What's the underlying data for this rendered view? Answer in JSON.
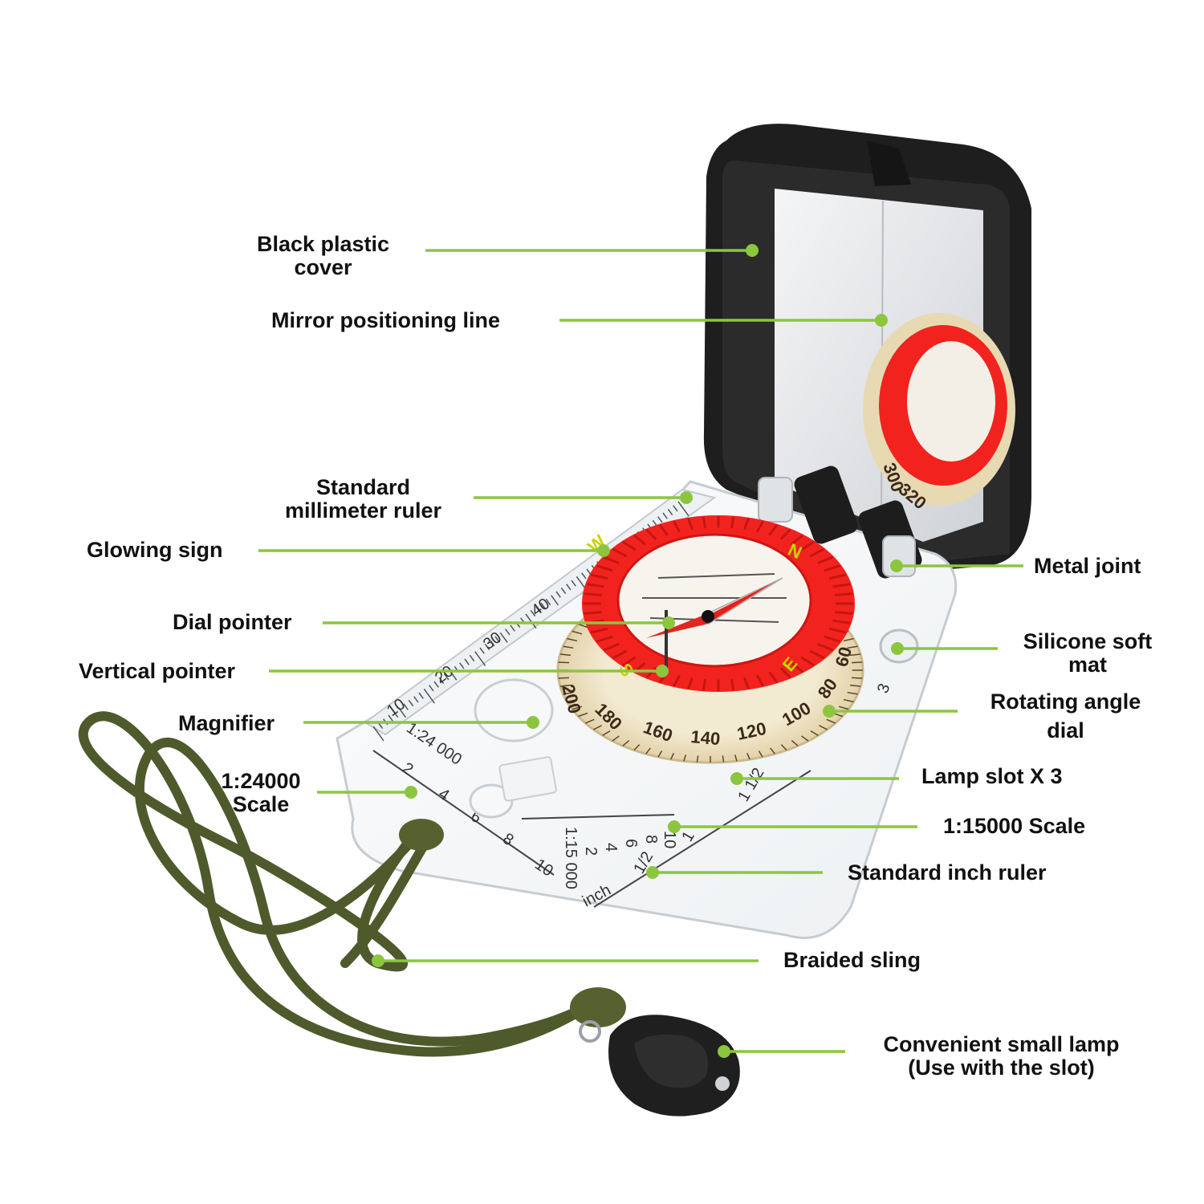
{
  "colors": {
    "accent": "#8cc63f",
    "bezel": "#f2231f",
    "glow": "#c8d400",
    "cover": "#1f1f1f",
    "sling": "#4f5a2c",
    "label_text": "#111111"
  },
  "callouts": [
    {
      "id": "black-plastic-cover",
      "lines": [
        "Black plastic",
        "cover"
      ]
    },
    {
      "id": "mirror-positioning-line",
      "lines": [
        "Mirror positioning line"
      ]
    },
    {
      "id": "standard-millimeter-ruler",
      "lines": [
        "Standard",
        "millimeter ruler"
      ]
    },
    {
      "id": "glowing-sign",
      "lines": [
        "Glowing sign"
      ]
    },
    {
      "id": "dial-pointer",
      "lines": [
        "Dial pointer"
      ]
    },
    {
      "id": "vertical-pointer",
      "lines": [
        "Vertical pointer"
      ]
    },
    {
      "id": "magnifier",
      "lines": [
        "Magnifier"
      ]
    },
    {
      "id": "scale-1-24000",
      "lines": [
        "1:24000",
        "Scale"
      ]
    },
    {
      "id": "metal-joint",
      "lines": [
        "Metal joint"
      ]
    },
    {
      "id": "silicone-soft-mat",
      "lines": [
        "Silicone soft",
        "mat"
      ]
    },
    {
      "id": "rotating-angle-dial",
      "lines": [
        "Rotating angle",
        "dial"
      ]
    },
    {
      "id": "lamp-slot-x3",
      "lines": [
        "Lamp slot X 3"
      ]
    },
    {
      "id": "scale-1-15000",
      "lines": [
        "1:15000 Scale"
      ]
    },
    {
      "id": "standard-inch-ruler",
      "lines": [
        "Standard inch ruler"
      ]
    },
    {
      "id": "braided-sling",
      "lines": [
        "Braided sling"
      ]
    },
    {
      "id": "convenient-small-lamp",
      "lines": [
        "Convenient small lamp",
        "(Use with the slot)"
      ]
    }
  ],
  "compass": {
    "bezel_letters": [
      "N",
      "E",
      "S",
      "W"
    ],
    "dial_numbers": [
      "200",
      "180",
      "160",
      "140",
      "120",
      "100",
      "80",
      "60"
    ],
    "mirror_dial_numbers": [
      "300",
      "320"
    ],
    "ruler_numbers": [
      "10",
      "20",
      "30",
      "40"
    ],
    "scale_24000_label": "1:24 000",
    "scale_24000_numbers": [
      "2",
      "4",
      "6",
      "8",
      "10"
    ],
    "scale_15000_label": "1:15 000",
    "scale_15000_numbers": [
      "2",
      "4",
      "6",
      "8",
      "10"
    ],
    "inch_label": "inch",
    "inch_numbers": [
      "1/2",
      "1",
      "1 1/2"
    ],
    "edge_number": "3"
  }
}
